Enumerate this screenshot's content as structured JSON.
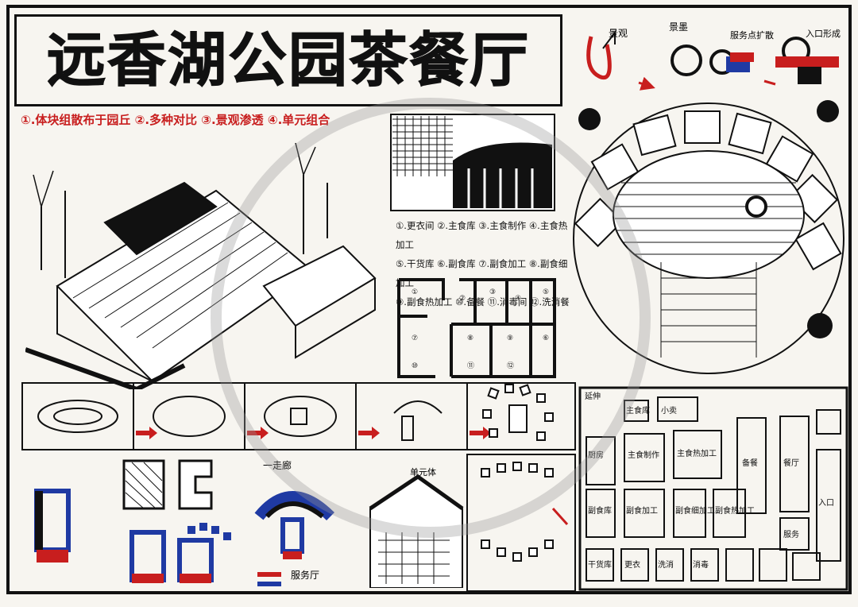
{
  "title": "远香湖公园茶餐厅",
  "subtitle": "①.体块组散布于园丘 ②.多种对比 ③.景观渗透 ④.单元组合",
  "top_right_notes": {
    "a": "景观",
    "b": "景墨",
    "c": "服务点扩散",
    "d": "入口形成"
  },
  "room_list": [
    "①.更衣间 ②.主食库 ③.主食制作 ④.主食热加工",
    "⑤.干货库 ⑥.副食库 ⑦.副食加工 ⑧.副食细加工",
    "⑨.副食热加工 ⑩.备餐 ⑪.消毒间 ⑫.洗消餐"
  ],
  "plan_numbers": [
    "①",
    "②",
    "③",
    "④",
    "⑤",
    "⑥",
    "⑦",
    "⑧",
    "⑨",
    "⑩",
    "⑪",
    "⑫"
  ],
  "diagram_labels": {
    "corridor": "一走廊",
    "unit": "单元体",
    "service": "服务厅",
    "extend": "延伸"
  },
  "bubble_labels": [
    "主食库",
    "主食制作",
    "主食热加工",
    "备餐",
    "副食库",
    "副食加工",
    "副食细加工",
    "副食热加工",
    "更衣",
    "干货库",
    "洗消",
    "消毒",
    "小卖",
    "厨房",
    "入口",
    "餐厅",
    "服务"
  ],
  "colors": {
    "red": "#c81e1e",
    "blue": "#1f3aa3",
    "ink": "#111111",
    "paper": "#f7f5f0"
  }
}
